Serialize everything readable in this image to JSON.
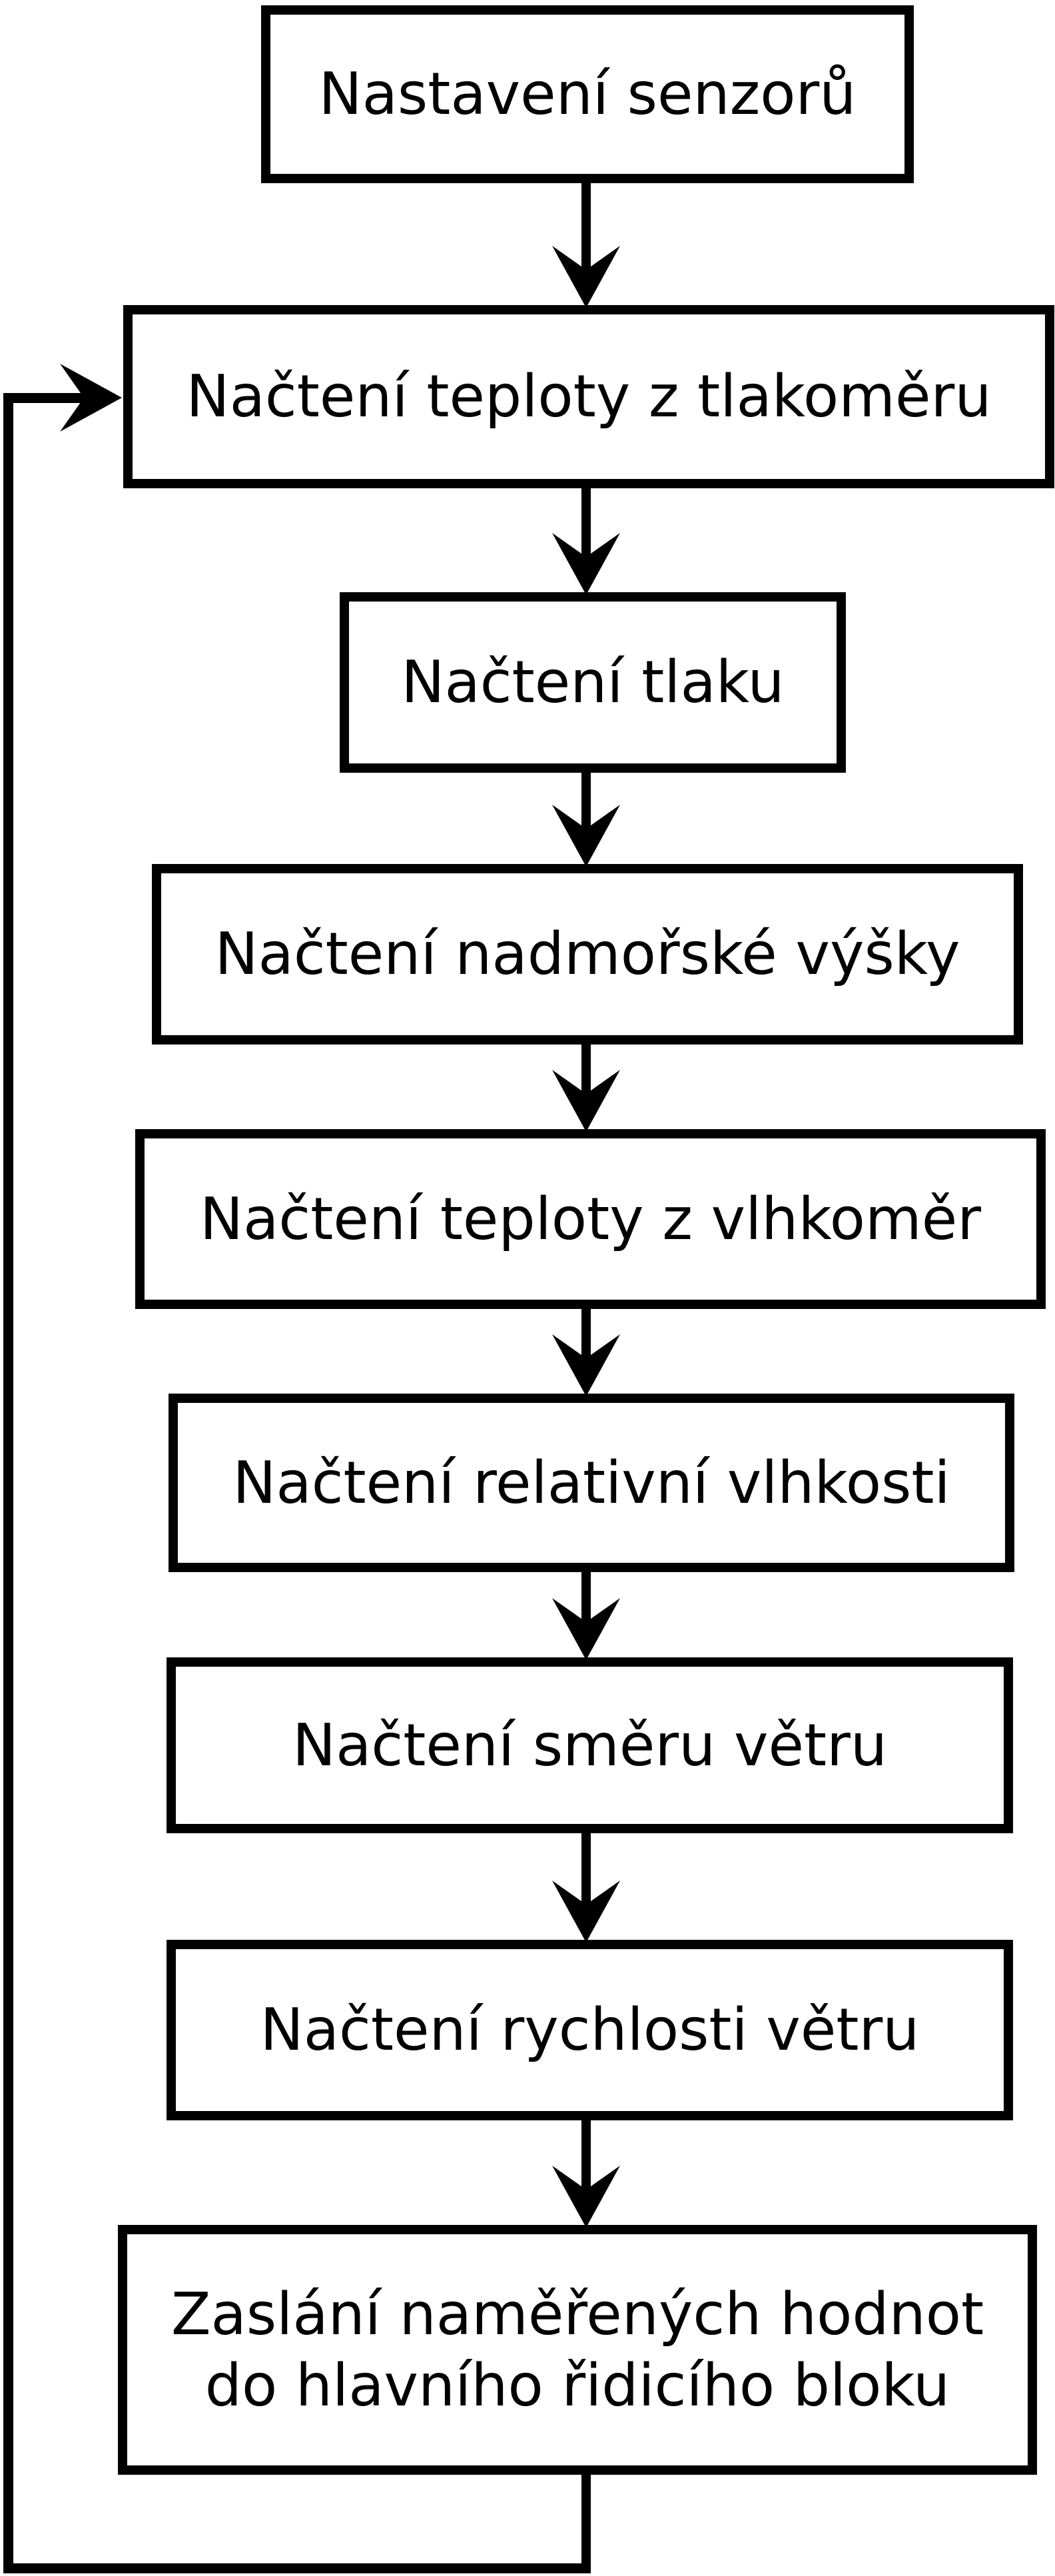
{
  "diagram": {
    "type": "flowchart",
    "language": "cs",
    "colors": {
      "background": "#ffffff",
      "node_fill": "#ffffff",
      "node_border": "#000000",
      "text": "#000000",
      "arrow": "#000000"
    },
    "nodes": [
      {
        "id": "setup-sensors",
        "label": "Nastavení senzorů"
      },
      {
        "id": "read-temp-barometer",
        "label": "Načtení teploty z tlakoměru"
      },
      {
        "id": "read-pressure",
        "label": "Načtení tlaku"
      },
      {
        "id": "read-altitude",
        "label": "Načtení nadmořské výšky"
      },
      {
        "id": "read-temp-hygrometer",
        "label": "Načtení teploty z vlhkoměr"
      },
      {
        "id": "read-relative-humidity",
        "label": "Načtení relativní vlhkosti"
      },
      {
        "id": "read-wind-direction",
        "label": "Načtení směru větru"
      },
      {
        "id": "read-wind-speed",
        "label": "Načtení rychlosti větru"
      },
      {
        "id": "send-values",
        "label_lines": [
          "Zaslání naměřených hodnot",
          "do hlavního řidicího bloku"
        ]
      }
    ],
    "edges": [
      {
        "from": "setup-sensors",
        "to": "read-temp-barometer",
        "kind": "straight-down"
      },
      {
        "from": "read-temp-barometer",
        "to": "read-pressure",
        "kind": "straight-down"
      },
      {
        "from": "read-pressure",
        "to": "read-altitude",
        "kind": "straight-down"
      },
      {
        "from": "read-altitude",
        "to": "read-temp-hygrometer",
        "kind": "straight-down"
      },
      {
        "from": "read-temp-hygrometer",
        "to": "read-relative-humidity",
        "kind": "straight-down"
      },
      {
        "from": "read-relative-humidity",
        "to": "read-wind-direction",
        "kind": "straight-down"
      },
      {
        "from": "read-wind-direction",
        "to": "read-wind-speed",
        "kind": "straight-down"
      },
      {
        "from": "read-wind-speed",
        "to": "send-values",
        "kind": "straight-down"
      },
      {
        "from": "send-values",
        "to": "read-temp-barometer",
        "kind": "loop-back-left"
      }
    ]
  }
}
